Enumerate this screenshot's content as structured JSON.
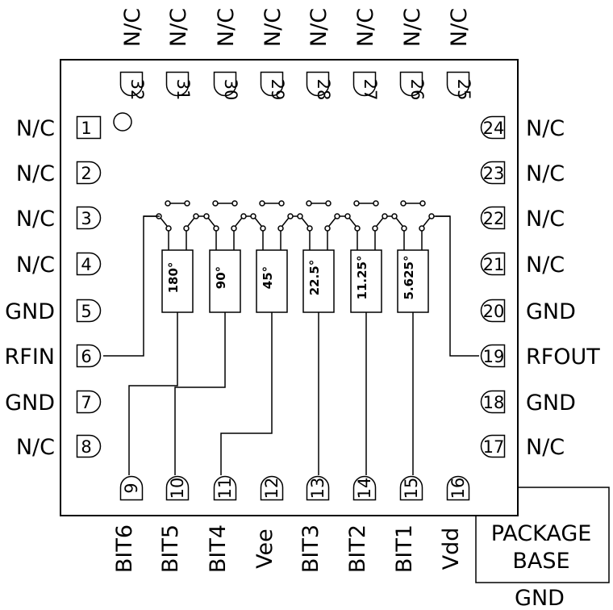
{
  "pins_top": [
    {
      "num": "32",
      "label": "N/C"
    },
    {
      "num": "31",
      "label": "N/C"
    },
    {
      "num": "30",
      "label": "N/C"
    },
    {
      "num": "29",
      "label": "N/C"
    },
    {
      "num": "28",
      "label": "N/C"
    },
    {
      "num": "27",
      "label": "N/C"
    },
    {
      "num": "26",
      "label": "N/C"
    },
    {
      "num": "25",
      "label": "N/C"
    }
  ],
  "pins_left": [
    {
      "num": "1",
      "label": "N/C"
    },
    {
      "num": "2",
      "label": "N/C"
    },
    {
      "num": "3",
      "label": "N/C"
    },
    {
      "num": "4",
      "label": "N/C"
    },
    {
      "num": "5",
      "label": "GND"
    },
    {
      "num": "6",
      "label": "RFIN"
    },
    {
      "num": "7",
      "label": "GND"
    },
    {
      "num": "8",
      "label": "N/C"
    }
  ],
  "pins_right": [
    {
      "num": "24",
      "label": "N/C"
    },
    {
      "num": "23",
      "label": "N/C"
    },
    {
      "num": "22",
      "label": "N/C"
    },
    {
      "num": "21",
      "label": "N/C"
    },
    {
      "num": "20",
      "label": "GND"
    },
    {
      "num": "19",
      "label": "RFOUT"
    },
    {
      "num": "18",
      "label": "GND"
    },
    {
      "num": "17",
      "label": "N/C"
    }
  ],
  "pins_bottom": [
    {
      "num": "9",
      "label": "BIT6"
    },
    {
      "num": "10",
      "label": "BIT5"
    },
    {
      "num": "11",
      "label": "BIT4"
    },
    {
      "num": "12",
      "label": "Vee"
    },
    {
      "num": "13",
      "label": "BIT3"
    },
    {
      "num": "14",
      "label": "BIT2"
    },
    {
      "num": "15",
      "label": "BIT1"
    },
    {
      "num": "16",
      "label": "Vdd"
    }
  ],
  "phase_stages": [
    "180°",
    "90°",
    "45°",
    "22.5°",
    "11.25°",
    "5.625°"
  ],
  "package_base": {
    "line1": "PACKAGE",
    "line2": "BASE",
    "ground": "GND"
  }
}
